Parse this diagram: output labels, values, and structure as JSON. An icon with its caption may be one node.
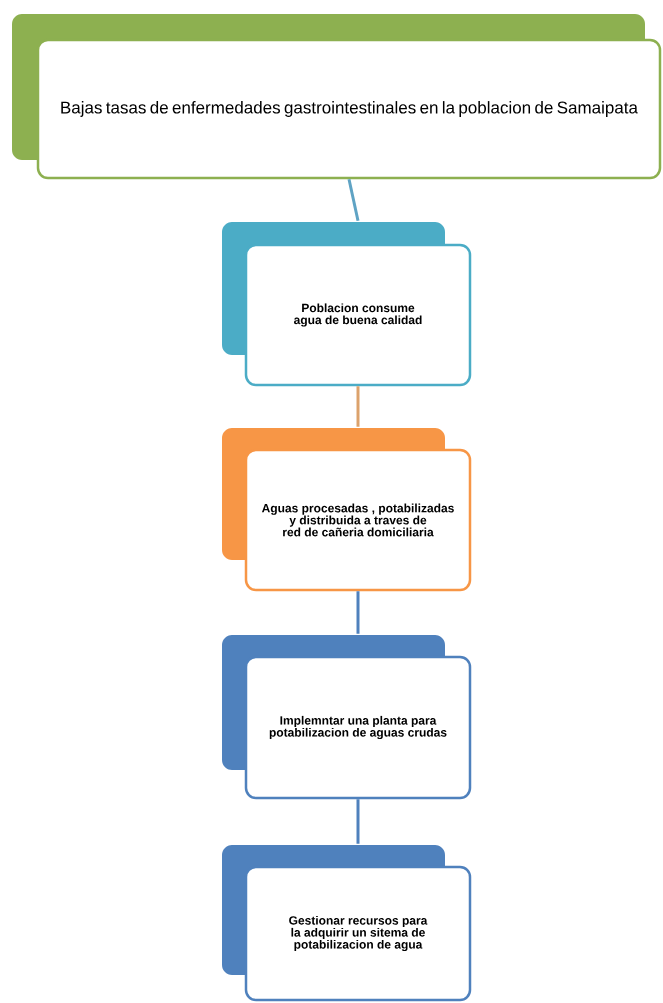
{
  "diagram": {
    "nodes": [
      {
        "text": [
          "Bajas tasas de enfermedades  gastrointestinales en la poblacion de Samaipata"
        ]
      },
      {
        "text": [
          "Poblacion consume agua de buena  calidad"
        ]
      },
      {
        "text": [
          "Aguas procesadas , potabilizadas  y distribuida a traves de red de cañeria domiciliaria"
        ]
      },
      {
        "text": [
          "Implemntar una planta para potabilizacion de aguas crudas"
        ]
      },
      {
        "text": [
          "Gestionar recursos para la adquirir un sitema de potabilizacion de agua"
        ]
      }
    ],
    "edges": [
      {
        "from": 0,
        "to": 1,
        "arrow": "none",
        "color": "#5fa3c4"
      },
      {
        "from": 1,
        "to": 2,
        "arrow": "none",
        "color": "#dca26c"
      },
      {
        "from": 2,
        "to": 3,
        "arrow": "none"
      },
      {
        "from": 3,
        "to": 4,
        "arrow": "none"
      }
    ]
  }
}
